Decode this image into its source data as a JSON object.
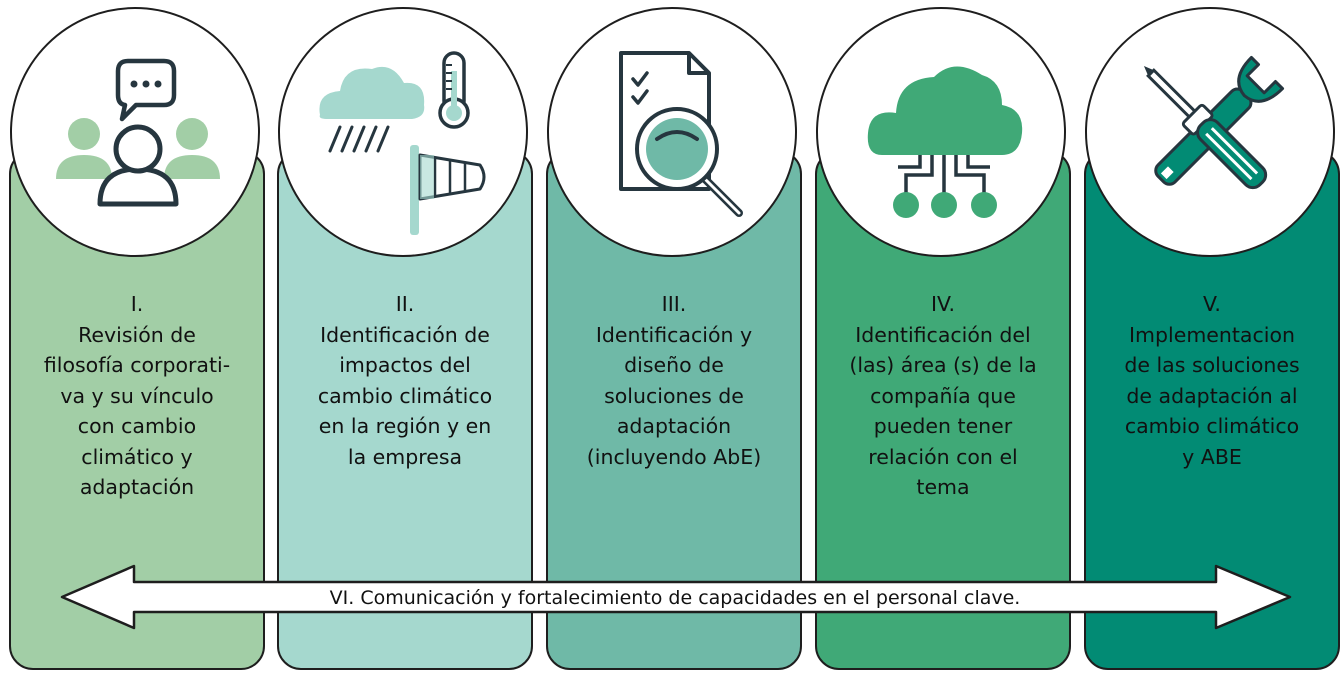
{
  "colors": {
    "col1": "#a2cea6",
    "col2": "#a5d8ce",
    "col3": "#6fb9a7",
    "col4": "#40a977",
    "col5": "#028b74",
    "outline": "#1e1e1e",
    "icon_dark": "#26363f"
  },
  "steps": [
    {
      "num": "I.",
      "lines": [
        "Revisión de",
        "filosofía corporati-",
        "va y su vínculo",
        "con cambio",
        "climático y",
        "adaptación"
      ],
      "icon": "people-chat-icon"
    },
    {
      "num": "II.",
      "lines": [
        "Identificación de",
        "impactos del",
        "cambio climático",
        "en la región y en",
        "la empresa"
      ],
      "icon": "rain-cloud-thermometer-windsock-icon"
    },
    {
      "num": "III.",
      "lines": [
        "Identificación y",
        "diseño de",
        "soluciones de",
        "adaptación",
        "(incluyendo AbE)"
      ],
      "icon": "document-magnifier-icon"
    },
    {
      "num": "IV.",
      "lines": [
        "Identificación del",
        "(las) área (s) de la",
        "compañía que",
        "pueden tener",
        "relación con el",
        "tema"
      ],
      "icon": "cloud-network-icon"
    },
    {
      "num": "V.",
      "lines": [
        "Implementacion",
        "de las soluciones",
        "de adaptación al",
        "cambio climático",
        "y ABE"
      ],
      "icon": "wrench-screwdriver-icon"
    }
  ],
  "banner": {
    "text": "VI. Comunicación y fortalecimiento de capacidades en el personal clave."
  }
}
